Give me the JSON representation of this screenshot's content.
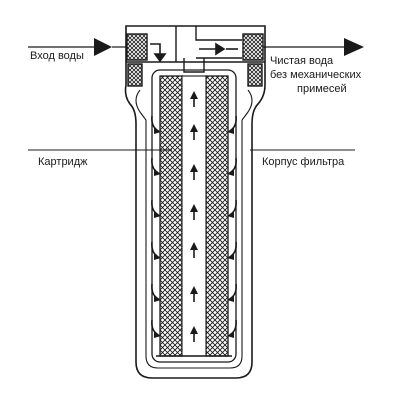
{
  "labels": {
    "inlet": "Вход воды",
    "outlet_line1": "Чистая вода",
    "outlet_line2": "без механических",
    "outlet_line3": "примесей",
    "cartridge": "Картридж",
    "housing": "Корпус фильтра"
  },
  "icons": {
    "inlet_arrow": "arrow-right-icon",
    "outlet_arrow": "arrow-right-icon",
    "inward_flow": "curved-arrow-icon",
    "upward_flow": "arrow-up-icon"
  },
  "colors": {
    "line": "#1a1a1a",
    "mesh": "#1a1a1a",
    "fill": "#ffffff"
  }
}
